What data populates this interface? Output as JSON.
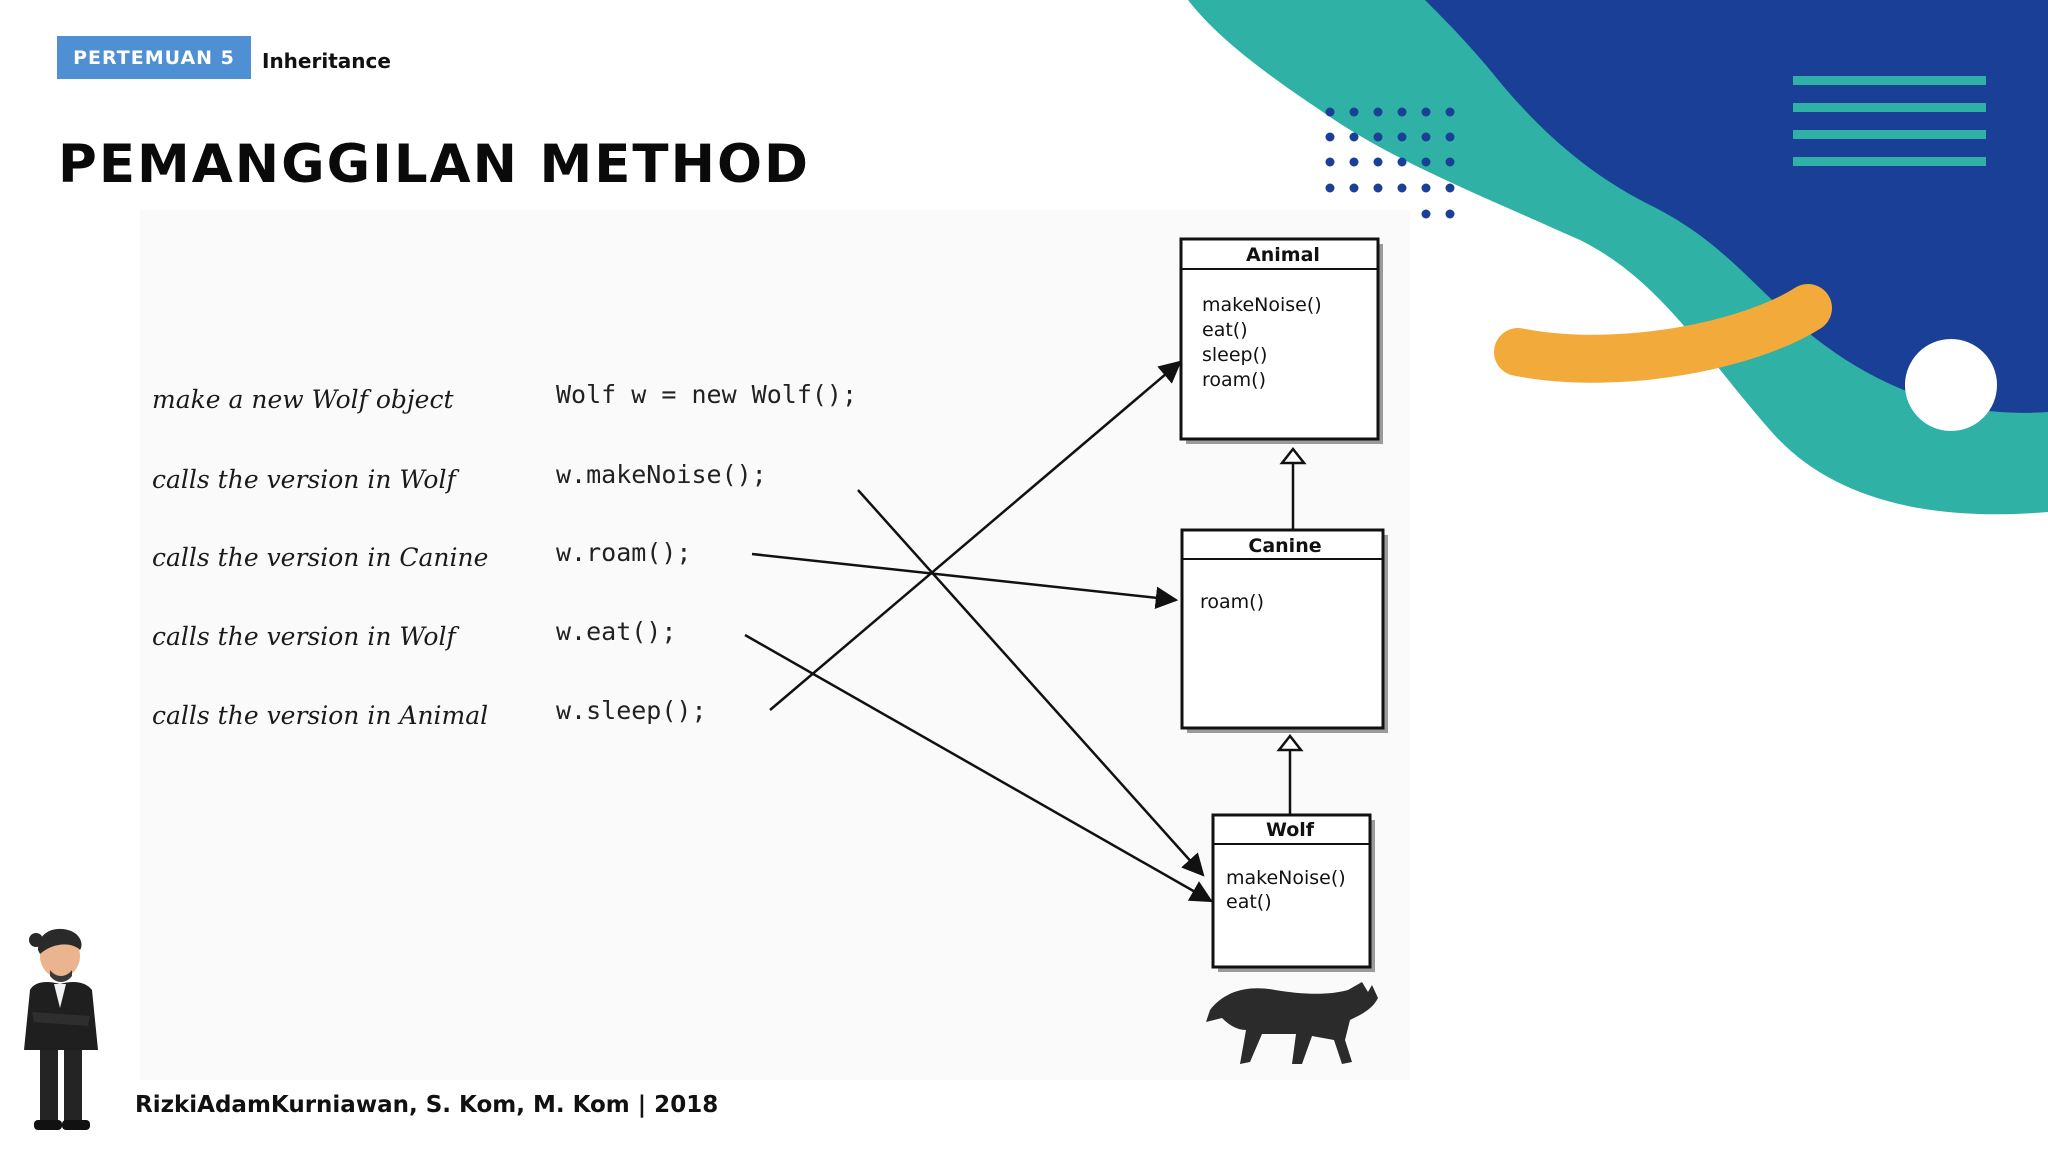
{
  "header": {
    "badge": "PERTEMUAN 5",
    "topic": "Inheritance",
    "title": "PEMANGGILAN METHOD"
  },
  "diagram": {
    "rows": [
      {
        "comment": "make a new Wolf object",
        "code": "Wolf w = new Wolf();"
      },
      {
        "comment": "calls the version in Wolf",
        "code": "w.makeNoise();"
      },
      {
        "comment": "calls the version in Canine",
        "code": "w.roam();"
      },
      {
        "comment": "calls the version in Wolf",
        "code": "w.eat();"
      },
      {
        "comment": "calls the version in Animal",
        "code": "w.sleep();"
      }
    ],
    "classes": [
      {
        "name": "Animal",
        "methods": [
          "makeNoise()",
          "eat()",
          "sleep()",
          "roam()"
        ]
      },
      {
        "name": "Canine",
        "methods": [
          "roam()"
        ]
      },
      {
        "name": "Wolf",
        "methods": [
          "makeNoise()",
          "eat()"
        ]
      }
    ]
  },
  "footer": {
    "author": "RizkiAdamKurniawan, S. Kom, M. Kom | 2018"
  },
  "colors": {
    "navy": "#1a3f96",
    "teal": "#2fb1a5",
    "orange": "#f2ab3b",
    "badge": "#4f8fd3"
  },
  "icons": [
    "wolf-illustration",
    "presenter-avatar"
  ]
}
